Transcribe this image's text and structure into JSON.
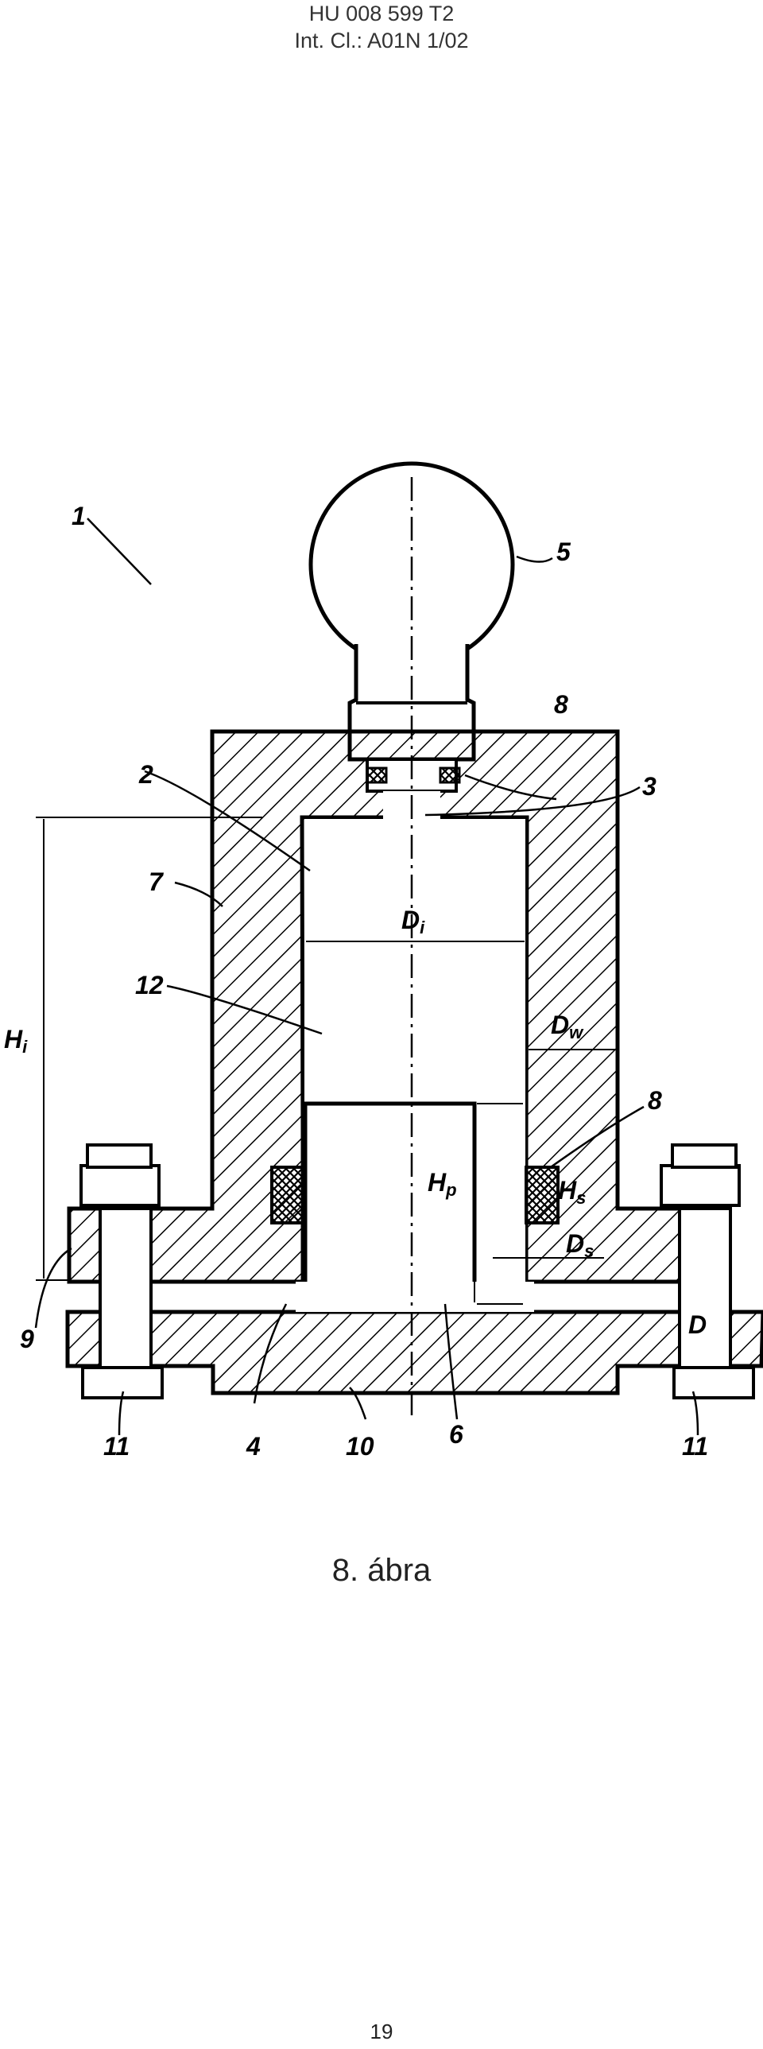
{
  "header": {
    "line1": "HU 008 599 T2",
    "line2": "Int. Cl.: A01N 1/02"
  },
  "figure": {
    "reference_numerals": [
      "1",
      "2",
      "3",
      "4",
      "5",
      "6",
      "7",
      "8",
      "8",
      "9",
      "10",
      "11",
      "11",
      "12"
    ],
    "dimension_labels": {
      "Hi": {
        "main": "H",
        "sub": "i"
      },
      "Di": {
        "main": "D",
        "sub": "i"
      },
      "Dw": {
        "main": "D",
        "sub": "w"
      },
      "Hp": {
        "main": "H",
        "sub": "p"
      },
      "Hs": {
        "main": "H",
        "sub": "s"
      },
      "Ds": {
        "main": "D",
        "sub": "s"
      },
      "D": {
        "main": "D",
        "sub": ""
      }
    }
  },
  "caption": "8. ábra",
  "page_number": "19"
}
